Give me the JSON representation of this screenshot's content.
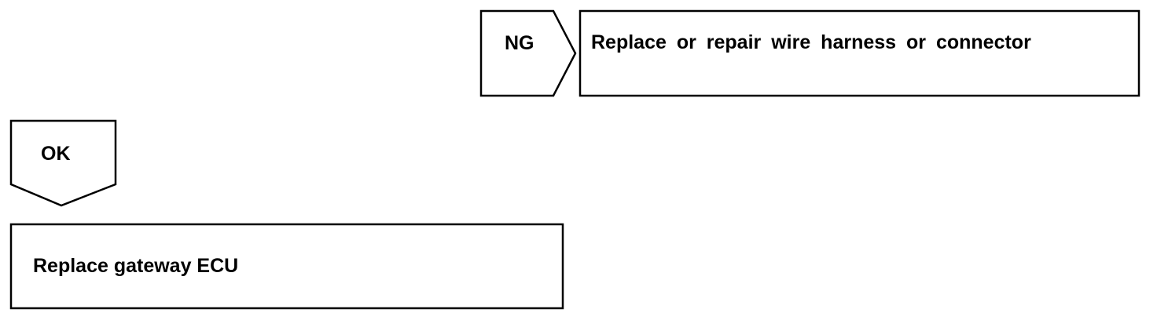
{
  "flowchart": {
    "ng_branch": {
      "label": "NG",
      "action": "Replace or repair wire harness or connector"
    },
    "ok_branch": {
      "label": "OK",
      "action": "Replace gateway ECU"
    }
  },
  "colors": {
    "line": "#000000",
    "background": "#ffffff",
    "text": "#000000"
  }
}
